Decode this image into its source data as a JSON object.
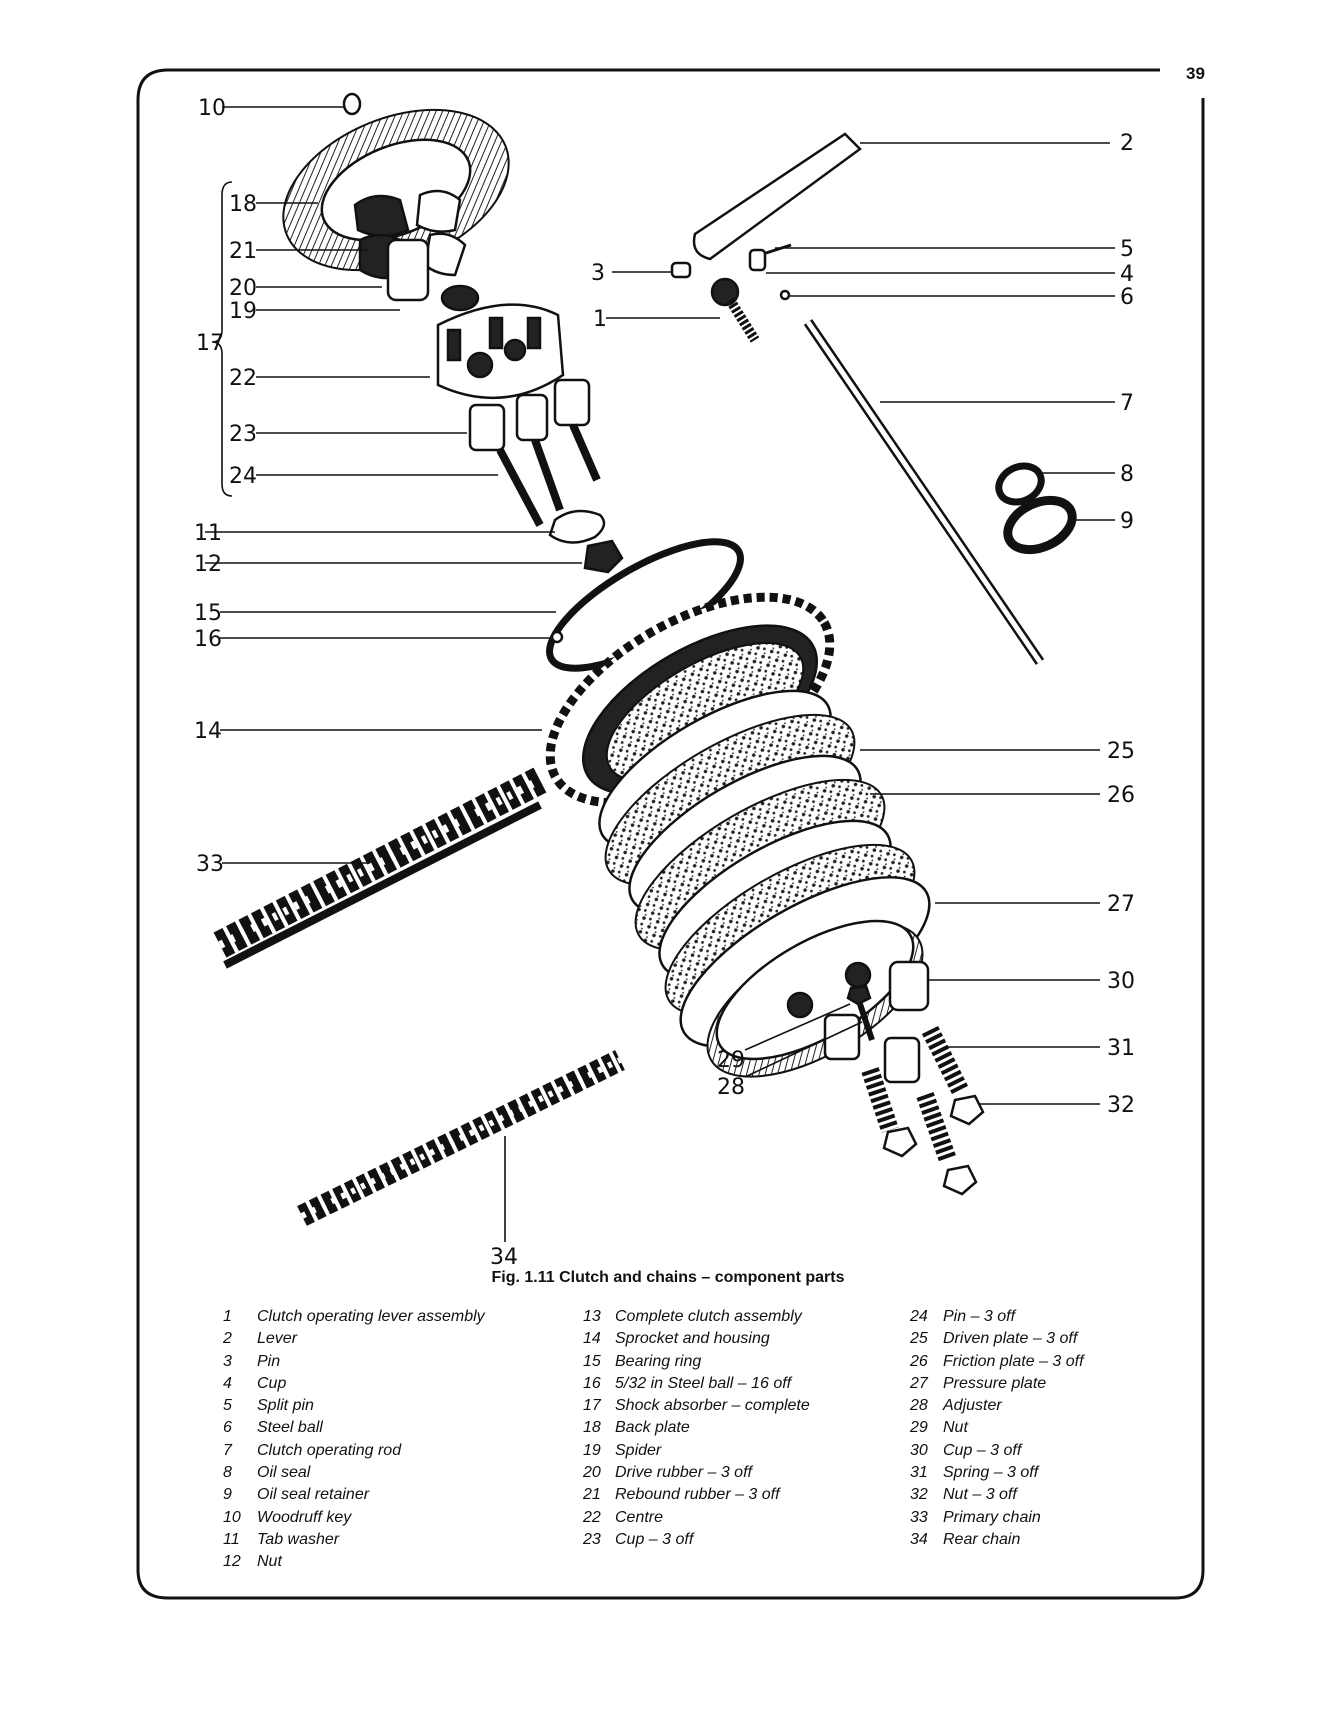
{
  "page": {
    "number": "39"
  },
  "figure": {
    "caption": "Fig. 1.11 Clutch and chains – component parts",
    "callouts": {
      "c1": "1",
      "c2": "2",
      "c3": "3",
      "c4": "4",
      "c5": "5",
      "c6": "6",
      "c7": "7",
      "c8": "8",
      "c9": "9",
      "c10": "10",
      "c11": "11",
      "c12": "12",
      "c14": "14",
      "c15": "15",
      "c16": "16",
      "c17": "17",
      "c18": "18",
      "c19": "19",
      "c20": "20",
      "c21": "21",
      "c22": "22",
      "c23": "23",
      "c24": "24",
      "c25": "25",
      "c26": "26",
      "c27": "27",
      "c28": "28",
      "c29": "29",
      "c30": "30",
      "c31": "31",
      "c32": "32",
      "c33": "33",
      "c34": "34"
    }
  },
  "legend": {
    "col1": [
      {
        "num": "1",
        "text": "Clutch operating lever assembly"
      },
      {
        "num": "2",
        "text": "Lever"
      },
      {
        "num": "3",
        "text": "Pin"
      },
      {
        "num": "4",
        "text": "Cup"
      },
      {
        "num": "5",
        "text": "Split pin"
      },
      {
        "num": "6",
        "text": "Steel ball"
      },
      {
        "num": "7",
        "text": "Clutch operating rod"
      },
      {
        "num": "8",
        "text": "Oil seal"
      },
      {
        "num": "9",
        "text": "Oil seal retainer"
      },
      {
        "num": "10",
        "text": "Woodruff key"
      },
      {
        "num": "11",
        "text": "Tab washer"
      },
      {
        "num": "12",
        "text": "Nut"
      }
    ],
    "col2": [
      {
        "num": "13",
        "text": "Complete clutch assembly"
      },
      {
        "num": "14",
        "text": "Sprocket and housing"
      },
      {
        "num": "15",
        "text": "Bearing ring"
      },
      {
        "num": "16",
        "text": "5/32 in Steel ball – 16 off"
      },
      {
        "num": "17",
        "text": "Shock absorber – complete"
      },
      {
        "num": "18",
        "text": "Back plate"
      },
      {
        "num": "19",
        "text": "Spider"
      },
      {
        "num": "20",
        "text": "Drive rubber – 3 off"
      },
      {
        "num": "21",
        "text": "Rebound rubber – 3 off"
      },
      {
        "num": "22",
        "text": "Centre"
      },
      {
        "num": "23",
        "text": "Cup – 3 off"
      }
    ],
    "col3": [
      {
        "num": "24",
        "text": "Pin – 3 off"
      },
      {
        "num": "25",
        "text": "Driven plate – 3 off"
      },
      {
        "num": "26",
        "text": "Friction plate – 3 off"
      },
      {
        "num": "27",
        "text": "Pressure plate"
      },
      {
        "num": "28",
        "text": "Adjuster"
      },
      {
        "num": "29",
        "text": "Nut"
      },
      {
        "num": "30",
        "text": "Cup – 3 off"
      },
      {
        "num": "31",
        "text": "Spring – 3 off"
      },
      {
        "num": "32",
        "text": "Nut – 3 off"
      },
      {
        "num": "33",
        "text": "Primary chain"
      },
      {
        "num": "34",
        "text": "Rear chain"
      }
    ]
  }
}
